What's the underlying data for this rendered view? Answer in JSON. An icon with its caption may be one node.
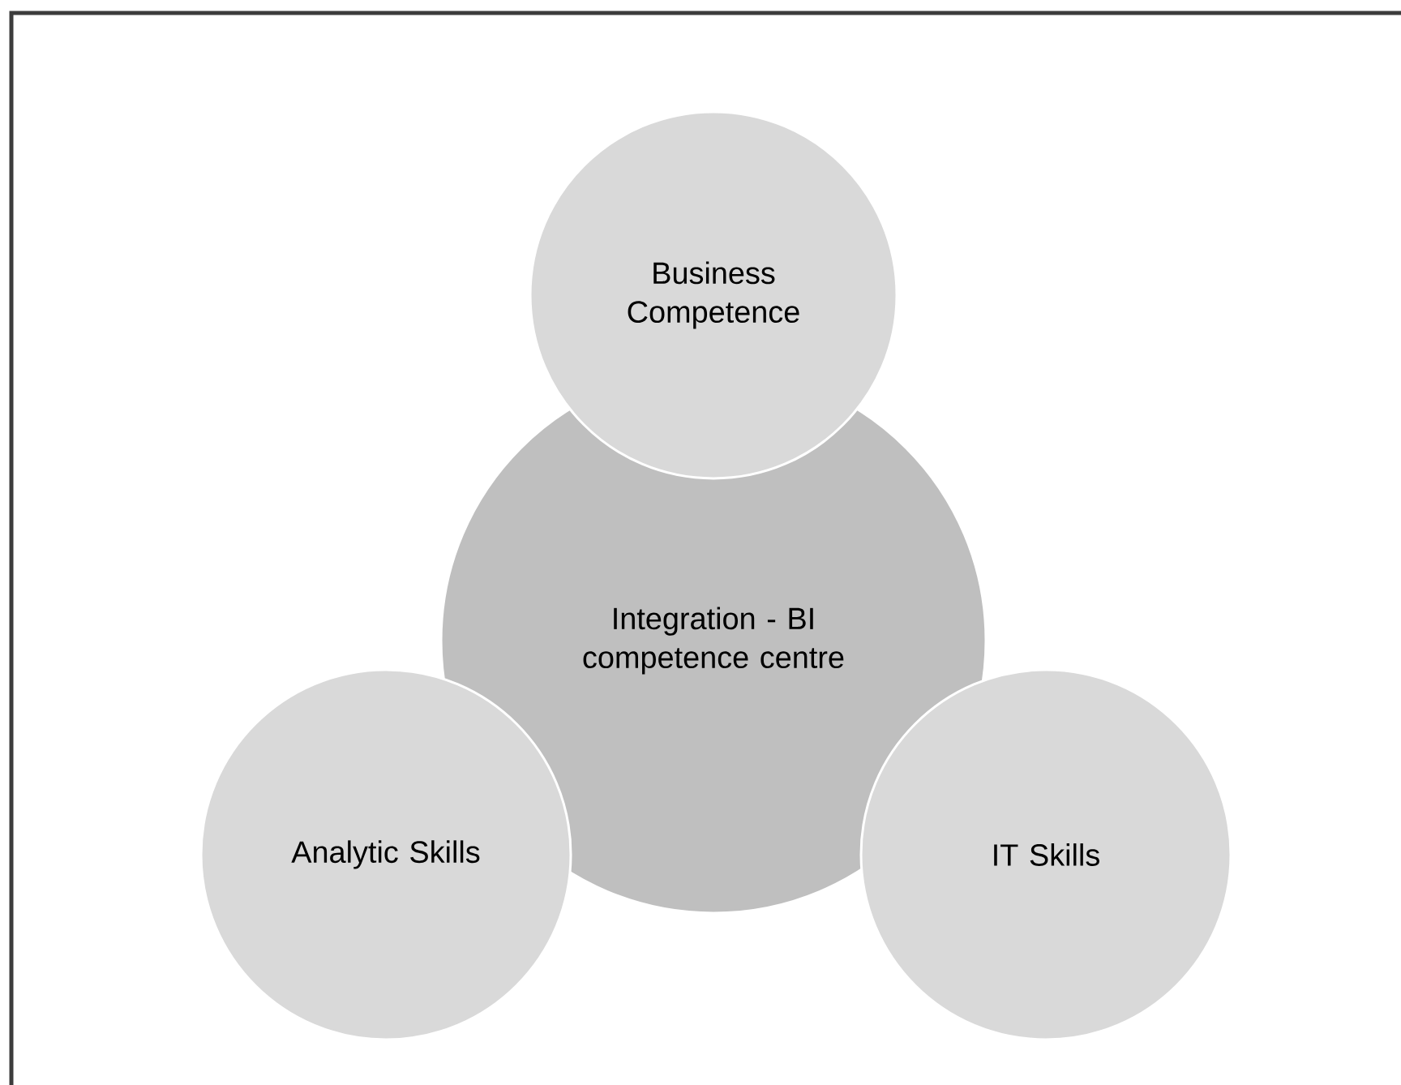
{
  "diagram": {
    "nodes": [
      {
        "text": [
          "Business Competence"
        ]
      },
      {
        "text": [
          "Integration - BI competence centre"
        ]
      },
      {
        "text": [
          "Analytic Skills"
        ]
      },
      {
        "text": [
          "IT Skills"
        ]
      }
    ]
  }
}
